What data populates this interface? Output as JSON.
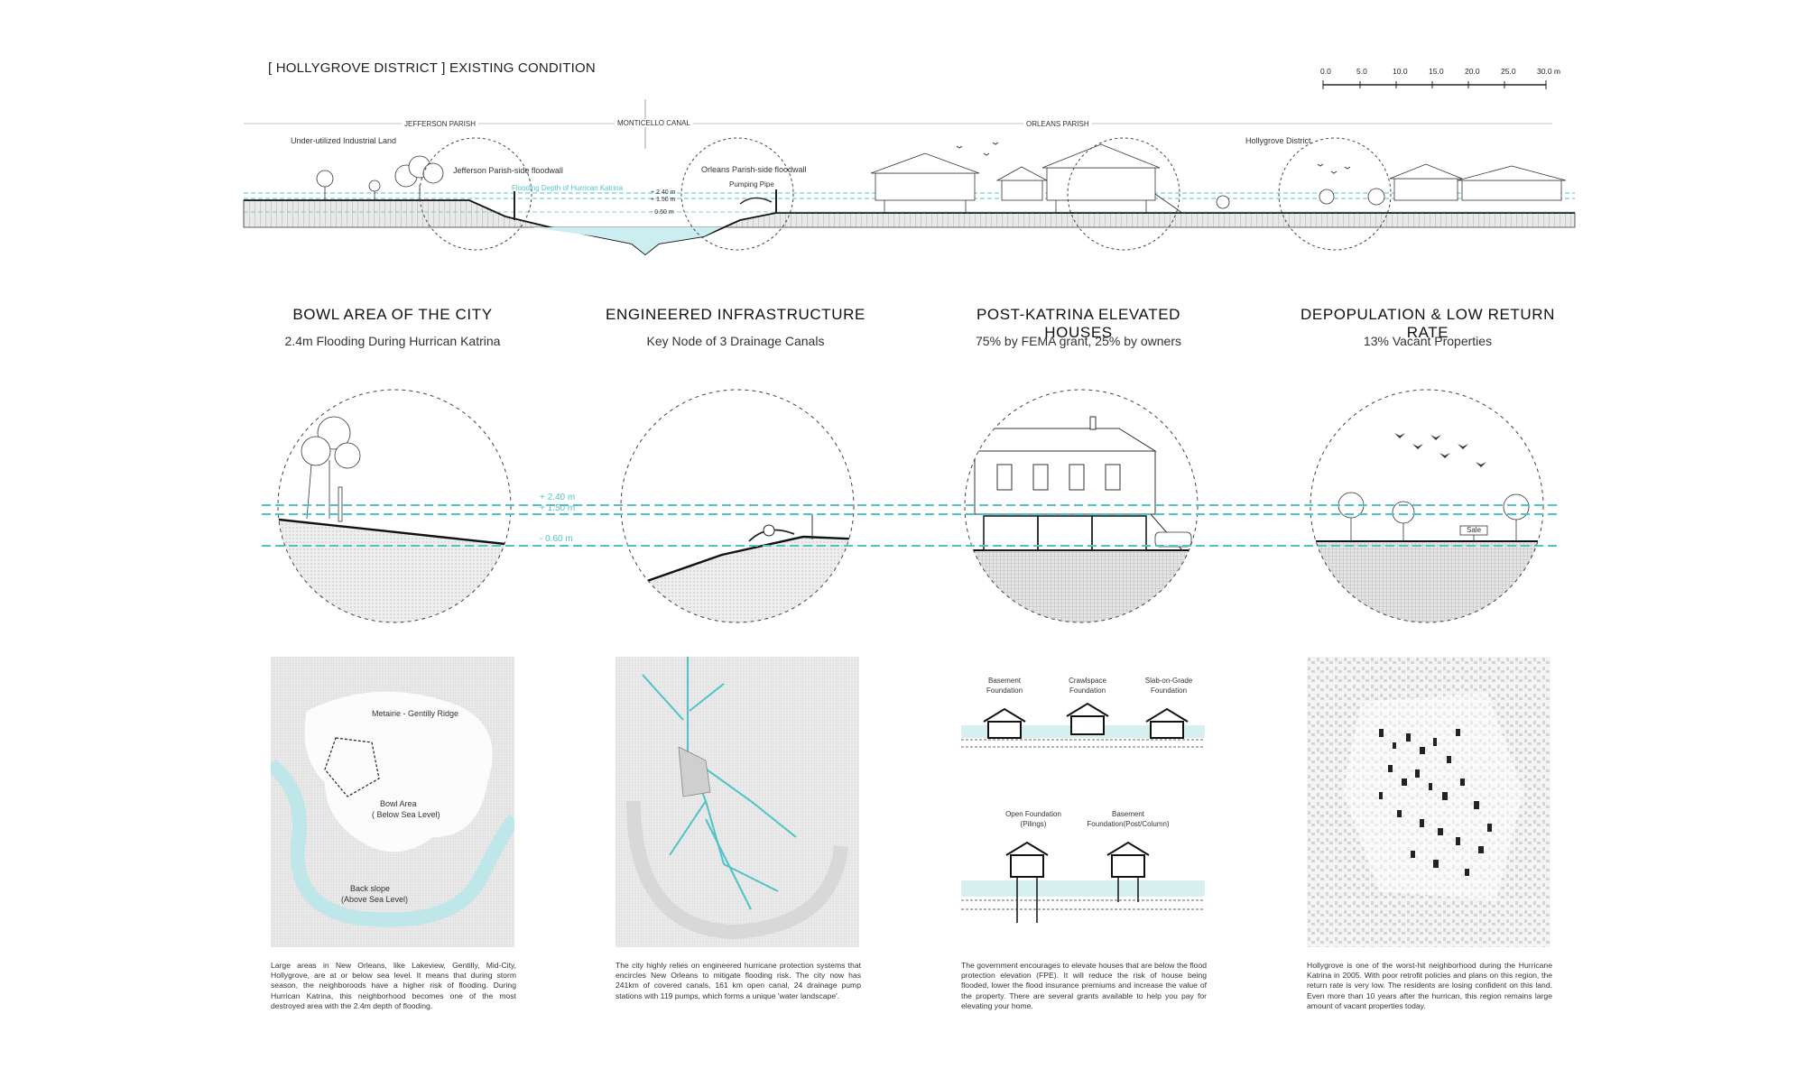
{
  "title": "[ HOLLYGROVE DISTRICT ] EXISTING CONDITION",
  "scale_bar": {
    "ticks": [
      "0.0",
      "5.0",
      "10.0",
      "15.0",
      "20.0",
      "25.0",
      "30.0 m"
    ]
  },
  "section": {
    "parishes": [
      "JEFFERSON PARISH",
      "MONTICELLO CANAL",
      "ORLEANS PARISH"
    ],
    "labels": {
      "industrial": "Under-utilized Industrial Land",
      "jeff_floodwall": "Jefferson Parish-side floodwall",
      "flood_depth": "Flooding Depth of Hurrican Katrina",
      "orleans_floodwall": "Orleans Parish-side floodwall",
      "pumping_pipe": "Pumping Pipe",
      "hollygrove": "Hollygrove District",
      "lv1": "+ 2.40 m",
      "lv2": "+ 1.50 m",
      "lv3": "- 0.60 m"
    }
  },
  "columns": [
    {
      "heading": "BOWL AREA OF THE CITY",
      "sub": "2.4m Flooding During Hurrican Katrina",
      "text": "Large areas in New Orleans, like Lakeview, Gentilly, Mid-City, Hollygrove, are at or below sea level. It means that during storm season, the neighboroods have a higher risk of flooding. During Hurrican Katrina, this neighborhood becomes one of the most destroyed area with the 2.4m depth of flooding."
    },
    {
      "heading": "ENGINEERED INFRASTRUCTURE",
      "sub": "Key Node of 3 Drainage Canals",
      "text": "The city highly relies on engineered hurricane protection systems that encircles New Orleans to mitigate flooding risk. The city now has 241km of covered canals, 161 km open canal, 24 drainage pump stations with 119 pumps, which forms a unique 'water landscape'."
    },
    {
      "heading": "POST-KATRINA ELEVATED HOUSES",
      "sub": "75% by FEMA grant, 25% by owners",
      "text": "The government encourages to elevate houses that are below the flood protection elevation (FPE). It will reduce the risk of house being flooded, lower the flood insurance premiums and increase the value of the property. There are several grants available to help you pay for elevating your home."
    },
    {
      "heading": "DEPOPULATION & LOW RETURN RATE",
      "sub": "13% Vacant Properties",
      "text": "Hollygrove is one of the worst-hit neighborhood during the Hurricane Katrina in 2005. With poor retrofit policies and plans on this region, the return rate is very low. The residents are losing confident on this land. Even more than 10 years after the hurrican, this region remains large amount of vacant properties today."
    }
  ],
  "circle_levels": [
    "+ 2.40 m",
    "+ 1.50 m",
    "- 0.60 m"
  ],
  "circle_sign": "Sale",
  "map1": {
    "ridge": "Metairie - Gentilly Ridge",
    "bowl_1": "Bowl Area",
    "bowl_2": "( Below Sea Level)",
    "back_1": "Back slope",
    "back_2": "(Above Sea Level)"
  },
  "foundations": {
    "basement_1": "Basement",
    "basement_2": "Foundation",
    "crawl_1": "Crawlspace",
    "crawl_2": "Foundation",
    "slab_1": "Slab-on-Grade",
    "slab_2": "Foundation",
    "open_1": "Open Foundation",
    "open_2": "(Pilings)",
    "bpost_1": "Basement",
    "bpost_2": "Foundation(Post/Column)"
  },
  "colors": {
    "accent": "#4fc3c6",
    "line": "#222222",
    "ground": "#dcdcdc",
    "water": "#d6f0f0"
  }
}
